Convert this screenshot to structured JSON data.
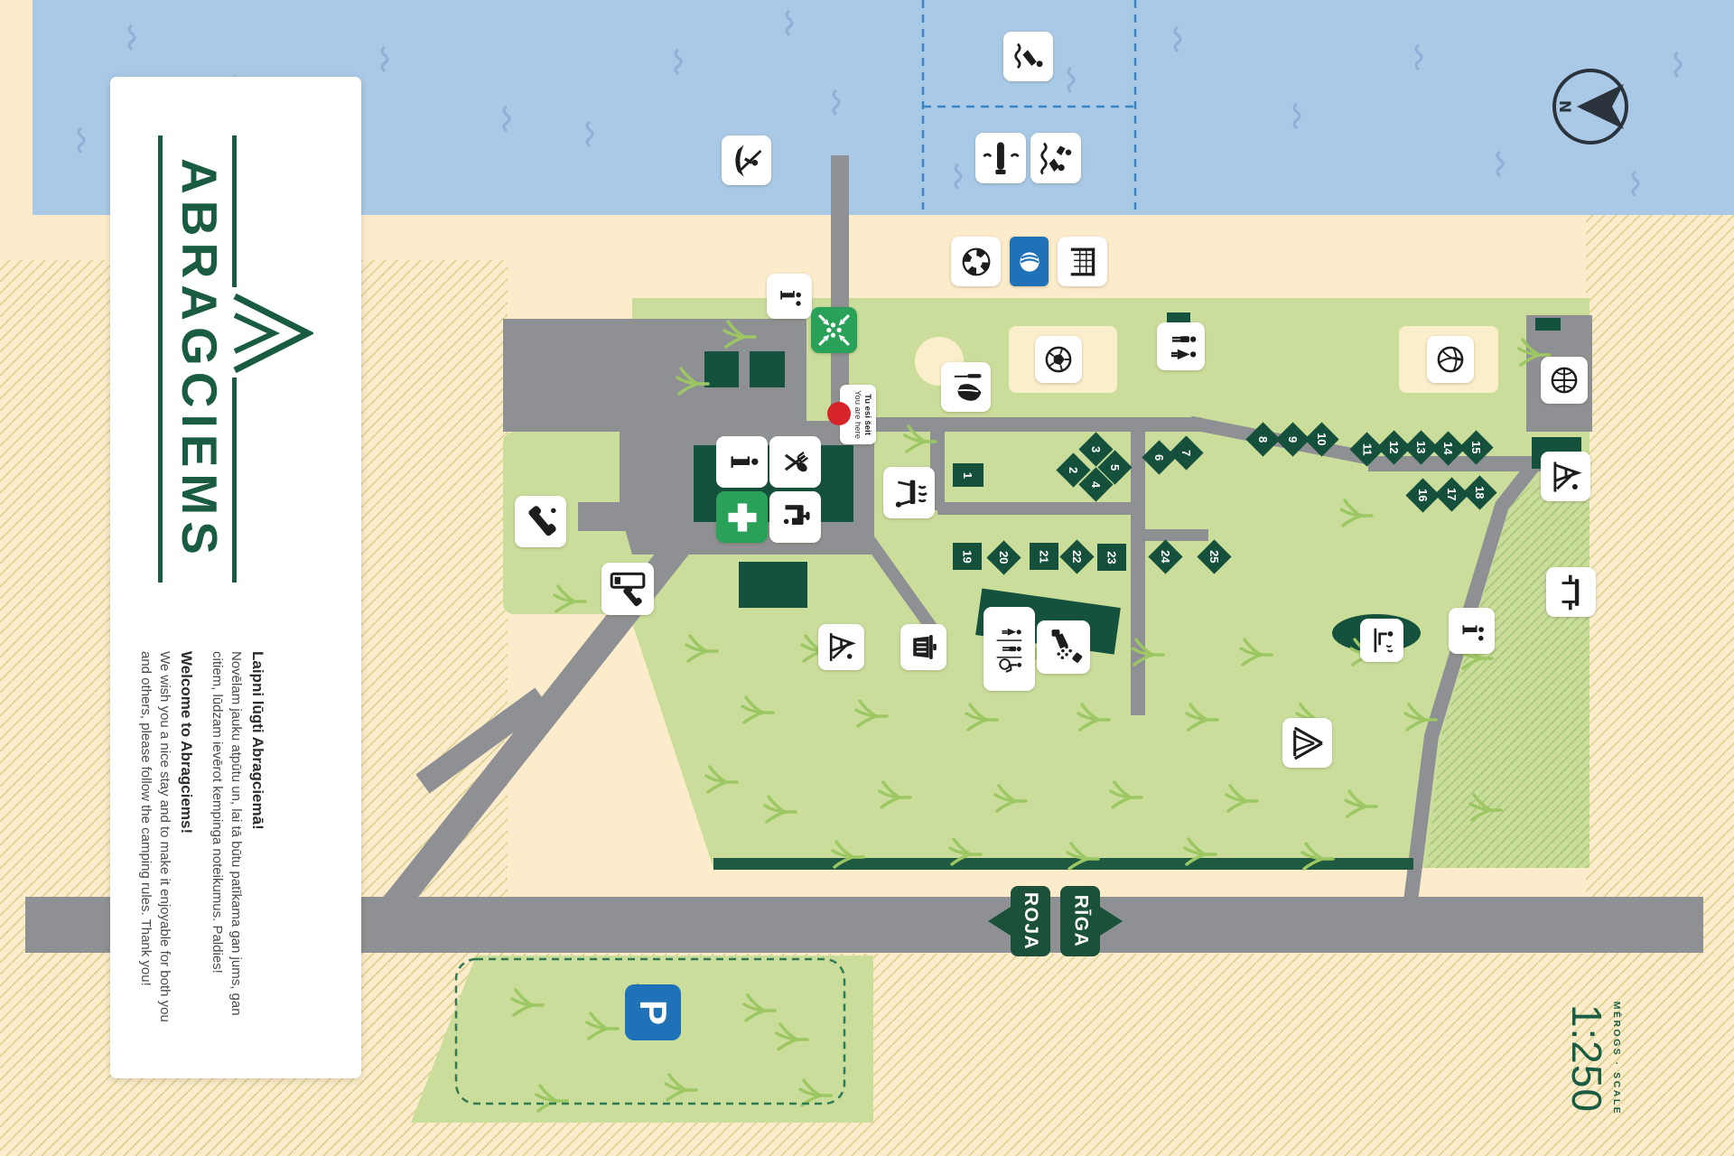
{
  "title": "Abragciems camping map",
  "panel": {
    "brand": "ABRAGCIEMS",
    "heading_lv": "Laipni lūgti Abragciemā!",
    "body_lv": "Novēlam jauku atpūtu un, lai tā būtu patīkama gan jums, gan citiem, lūdzam ievērot kempinga noteikumus. Paldies!",
    "heading_en": "Welcome to Abragciems!",
    "body_en": "We wish you a nice stay and to make it enjoyable for both you and others, please follow the camping rules. Thank you!"
  },
  "you_are_here": {
    "lv": "Tu esi šeit",
    "en": "You are here"
  },
  "signs": {
    "left_label": "ROJA",
    "right_label": "RĪGA"
  },
  "scale": {
    "label": "MĒROGS · SCALE",
    "value": "1:250"
  },
  "compass": {
    "north": "N"
  },
  "parking": {
    "label": "P"
  },
  "plots": {
    "items": [
      "1",
      "2",
      "3",
      "4",
      "5",
      "6",
      "7",
      "8",
      "9",
      "10",
      "11",
      "12",
      "13",
      "14",
      "15",
      "16",
      "17",
      "18",
      "19",
      "20",
      "21",
      "22",
      "23",
      "24",
      "25"
    ]
  },
  "icons": [
    "rowing-boat-icon",
    "diving-icon",
    "swim-boundary-icon",
    "children-swimming-icon",
    "lifebuoy-icon",
    "blue-flag-icon",
    "volleyball-net-icon",
    "info-point-icon",
    "meeting-point-icon",
    "football-icon",
    "wc-icon",
    "nature-leaf-icon",
    "volleyball-icon",
    "basketball-icon",
    "information-icon",
    "restaurant-icon",
    "first-aid-icon",
    "water-tap-icon",
    "telephone-icon",
    "telephone-booth-icon",
    "bbq-grill-icon",
    "playground-icon",
    "waste-icon",
    "toilets-icon",
    "shower-icon",
    "sauna-icon",
    "bench-icon",
    "tent-icon",
    "parking-icon",
    "compass-icon"
  ],
  "colors": {
    "sea": "#a9c9e7",
    "sand": "#fceccb",
    "grass": "#cadd9b",
    "forest_green": "#14523d",
    "road_gray": "#8e9093",
    "accent_green": "#2aa159",
    "flag_blue": "#1f72b8",
    "marker_red": "#d7232a",
    "logo_green": "#1a5c42"
  }
}
